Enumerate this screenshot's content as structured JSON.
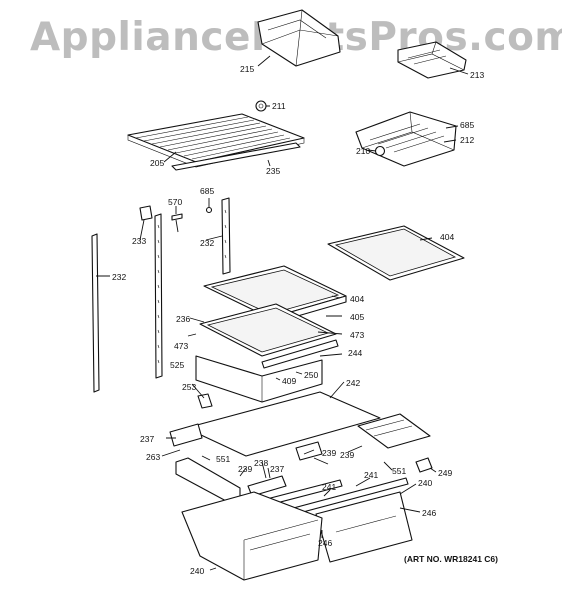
{
  "watermark": "AppliancePartsPros.com",
  "art_number": "(ART NO. WR18241 C6)",
  "callouts": [
    "215",
    "213",
    "211",
    "685",
    "212",
    "205",
    "235",
    "210",
    "685",
    "570",
    "233",
    "232",
    "232",
    "404",
    "404",
    "405",
    "236",
    "473",
    "473",
    "525",
    "244",
    "250",
    "409",
    "253",
    "242",
    "237",
    "239",
    "263",
    "551",
    "239",
    "238",
    "237",
    "239",
    "551",
    "249",
    "241",
    "241",
    "240",
    "246",
    "246",
    "240"
  ]
}
